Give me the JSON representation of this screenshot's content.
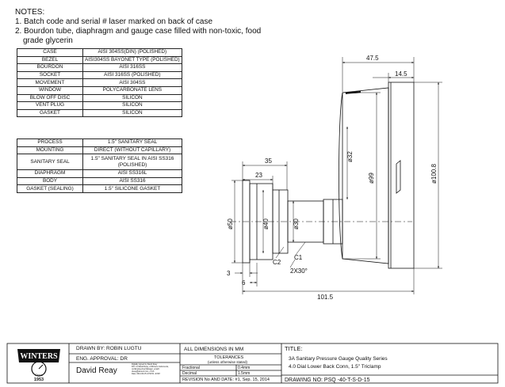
{
  "notes": {
    "heading": "NOTES:",
    "line1": "1. Batch code and serial # laser marked on back of case",
    "line2": "2. Bourdon tube, diaphragm and gauge case filled with non-toxic, food",
    "line3": "grade glycerin"
  },
  "materials": [
    {
      "part": "CASE",
      "spec": "AISI 304SS(DIN) (POLISHED)"
    },
    {
      "part": "BEZEL",
      "spec": "AISI304SS BAYONET TYPE (POLISHED)"
    },
    {
      "part": "BOURDON",
      "spec": "AISI 316SS"
    },
    {
      "part": "SOCKET",
      "spec": "AISI 316SS (POLISHED)"
    },
    {
      "part": "MOVEMENT",
      "spec": "AISI 304SS"
    },
    {
      "part": "WINDOW",
      "spec": "POLYCARBONATE LENS"
    },
    {
      "part": "BLOW OFF DISC",
      "spec": "SILICON"
    },
    {
      "part": "VENT PLUG",
      "spec": "SILICON"
    },
    {
      "part": "GASKET",
      "spec": "SILICON"
    }
  ],
  "seal": [
    {
      "part": "PROCESS",
      "spec": "1.5\" SANITARY SEAL"
    },
    {
      "part": "MOUNTING",
      "spec": "DIRECT (WITHOUT CAPILLARY)"
    },
    {
      "part": "SANITARY SEAL",
      "spec": "1.5\" SANITARY SEAL IN AISI SS316",
      "spec2": "(POLISHED)"
    },
    {
      "part": "DIAPHRAGM",
      "spec": "AISI SS316L"
    },
    {
      "part": "BODY",
      "spec": "AISI SS316"
    },
    {
      "part": "GASKET (SEALING)",
      "spec": "1.5\" SILICONE GASKET"
    }
  ],
  "dimensions": {
    "overall_width": "47.5",
    "bezel_depth": "14.5",
    "socket_dia": "ø32",
    "case_dia": "ø99",
    "bezel_dia": "ø100.8",
    "length_35": "35",
    "length_23": "23",
    "flange_dia": "ø50",
    "body_dia": "ø40",
    "neck_dia": "ø30",
    "chamfer_c2": "C2",
    "chamfer_c1": "C1",
    "chamfer_2x30": "2X30°",
    "flange_thk": "3",
    "gap_6": "6",
    "overall_length": "101.5"
  },
  "title_block": {
    "logo_text": "WINTERS",
    "logo_since": "Since",
    "logo_year": "1953",
    "drawn_by": "DRAWN BY: ROBIN LUGTU",
    "eng_approval": "ENG. APPROVAL: DR",
    "signature": "David Reay",
    "sig_note1": "Digitally signed by David Reay",
    "sig_note2": "DN: cn=David Reay, o=Winters Instruments,",
    "sig_note3": "ou=Engineering Manager, email=",
    "sig_note4": "dreay@winters.com, c=CA",
    "sig_note5": "Date: 2014.09.15 13:54:51 -04'00'",
    "all_dims": "ALL DIMENSIONS IN MM",
    "tolerances": "TOLERANCES",
    "tol_note": "(unless otherwise stated)",
    "fractional_label": "Fractional",
    "fractional_value": "0.4mm",
    "decimal_label": "Decimal",
    "decimal_value": "1.5mm",
    "revision": "REVISION No AND DATE: #1, Sep. 15, 2014",
    "title_label": "TITLE:",
    "title_line1": "3A  Sanitary Pressure   Gauge Quality Series",
    "title_line2": "4.0  Dial Lower  Back Conn, 1.5\" Triclamp",
    "drawing_no": "DRAWING NO:  PSQ -40-T-S-D-15"
  }
}
